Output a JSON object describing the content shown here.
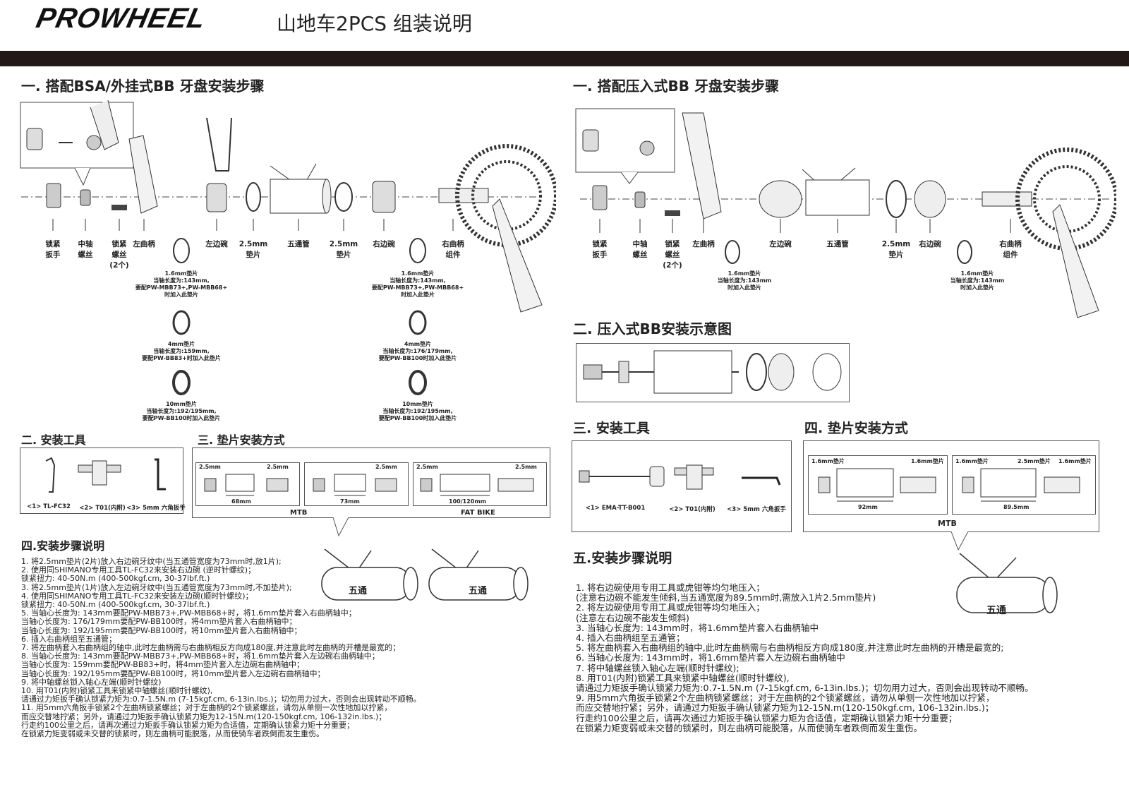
{
  "header": {
    "brand": "PROWHEEL",
    "title": "山地车2PCS 组装说明"
  },
  "left": {
    "section1_title": "一. 搭配BSA/外挂式BB 牙盘安装步骤",
    "parts": [
      {
        "label": "锁紧\n扳手"
      },
      {
        "label": "中轴\n螺丝"
      },
      {
        "label": "锁紧\n螺丝\n(2个)"
      },
      {
        "label": "左曲柄"
      },
      {
        "label": "左边碗"
      },
      {
        "label": "2.5mm\n垫片"
      },
      {
        "label": "五通管"
      },
      {
        "label": "2.5mm\n垫片"
      },
      {
        "label": "右边碗"
      },
      {
        "label": "右曲柄\n组件"
      }
    ],
    "spacer_notes_left": [
      "1.6mm垫片\n当轴长度为:143mm,\n要配PW-MBB73+,PW-MBB68+\n时加入此垫片",
      "4mm垫片\n当轴长度为:159mm,\n要配PW-BB83+时加入此垫片",
      "10mm垫片\n当轴长度为:192/195mm,\n要配PW-BB100时加入此垫片"
    ],
    "spacer_notes_right": [
      "1.6mm垫片\n当轴长度为:143mm,\n要配PW-MBB73+,PW-MBB68+\n时加入此垫片",
      "4mm垫片\n当轴长度为:176/179mm,\n要配PW-BB100时加入此垫片",
      "10mm垫片\n当轴长度为:192/195mm,\n要配PW-BB100时加入此垫片"
    ],
    "section2_title": "二. 安装工具",
    "tools": [
      "<1> TL-FC32",
      "<2> T01(内附)",
      "<3> 5mm 六角扳手"
    ],
    "section3_title": "三. 垫片安装方式",
    "spacer_panels": [
      {
        "left": "2.5mm",
        "right": "2.5mm",
        "width": "68mm"
      },
      {
        "left": "",
        "right": "2.5mm",
        "width": "73mm"
      },
      {
        "left": "2.5mm",
        "right": "2.5mm",
        "width": "100/120mm"
      }
    ],
    "mtb_label": "MTB",
    "fatbike_label": "FAT BIKE",
    "section4_title": "四.安装步骤说明",
    "bb_shell_label": "五通",
    "steps": [
      "1. 将2.5mm垫片(2片)放入右边碗牙纹中(当五通管宽度为73mm时,放1片);",
      "2. 使用同SHIMANO专用工具TL-FC32来安装右边碗 (逆时针螺纹)；",
      "    锁紧扭力: 40-50N.m (400-500kgf.cm, 30-37lbf.ft.)",
      "3. 将2.5mm垫片(1片)放入左边碗牙纹中(当五通管宽度为73mm时,不加垫片);",
      "4. 使用同SHIMANO专用工具TL-FC32来安装左边碗(顺时针螺纹)；",
      "    锁紧扭力: 40-50N.m (400-500kgf.cm, 30-37lbf.ft.)",
      "5. 当轴心长度为: 143mm要配PW-MBB73+,PW-MBB68+时，将1.6mm垫片套入右曲柄轴中；",
      "    当轴心长度为: 176/179mm要配PW-BB100时，将4mm垫片套入右曲柄轴中；",
      "    当轴心长度为: 192/195mm要配PW-BB100时，将10mm垫片套入右曲柄轴中；",
      "6. 插入右曲柄组至五通管；",
      "7. 将左曲柄套入右曲柄组的轴中,此时左曲柄需与右曲柄相反方向成180度,并注意此时左曲柄的开槽是最宽的；",
      "8. 当轴心长度为: 143mm要配PW-MBB73+,PW-MBB68+时，将1.6mm垫片套入左边碗右曲柄轴中；",
      "    当轴心长度为: 159mm要配PW-BB83+时，将4mm垫片套入左边碗右曲柄轴中；",
      "    当轴心长度为: 192/195mm要配PW-BB100时，将10mm垫片套入左边碗右曲柄轴中；",
      "9. 将中轴螺丝锁入轴心左端(顺时针螺纹)",
      "10. 用T01(内附)锁紧工具来锁紧中轴螺丝(顺时针螺纹),",
      "      请通过力矩扳手确认锁紧力矩为:0.7-1.5N.m (7-15kgf.cm, 6-13in.lbs.)；切勿用力过大，否则会出现转动不顺畅。",
      "11. 用5mm六角扳手锁紧2个左曲柄锁紧螺丝；对于左曲柄的2个锁紧螺丝，请勿从单侧一次性地加以拧紧，",
      "      而应交替地拧紧；另外，请通过力矩扳手确认锁紧力矩为12-15N.m(120-150kgf.cm, 106-132in.lbs.)；",
      "      行走约100公里之后，请再次通过力矩扳手确认锁紧力矩为合适值，定期确认锁紧力矩十分重要；",
      "      在锁紧力矩变弱或未交替的锁紧时，则左曲柄可能脱落，从而使骑车者跌倒而发生重伤。"
    ]
  },
  "right": {
    "section1_title": "一. 搭配压入式BB 牙盘安装步骤",
    "parts": [
      {
        "label": "锁紧\n扳手"
      },
      {
        "label": "中轴\n螺丝"
      },
      {
        "label": "锁紧\n螺丝\n(2个)"
      },
      {
        "label": "左曲柄"
      },
      {
        "label": "左边碗"
      },
      {
        "label": "五通管"
      },
      {
        "label": "2.5mm\n垫片"
      },
      {
        "label": "右边碗"
      },
      {
        "label": "右曲柄\n组件"
      }
    ],
    "spacer_note_left": "1.6mm垫片\n当轴长度为:143mm\n时加入此垫片",
    "spacer_note_right": "1.6mm垫片\n当轴长度为:143mm\n时加入此垫片",
    "section2_title": "二. 压入式BB安装示意图",
    "section3_title": "三. 安装工具",
    "tools": [
      "<1> EMA-TT-B001",
      "<2> T01(内附)",
      "<3> 5mm 六角扳手"
    ],
    "section4_title": "四. 垫片安装方式",
    "spacer_panels": [
      {
        "left": "1.6mm垫片",
        "right": "1.6mm垫片",
        "width": "92mm"
      },
      {
        "left": "1.6mm垫片",
        "mid": "2.5mm垫片",
        "right": "1.6mm垫片",
        "width": "89.5mm"
      }
    ],
    "mtb_label": "MTB",
    "section5_title": "五.安装步骤说明",
    "bb_shell_label": "五通",
    "steps": [
      "1. 将右边碗使用专用工具或虎钳等均匀地压入；",
      "    (注意右边碗不能发生倾斜,当五通宽度为89.5mm时,需放入1片2.5mm垫片)",
      "2. 将左边碗使用专用工具或虎钳等均匀地压入；",
      "    (注意左右边碗不能发生倾斜)",
      "3. 当轴心长度为: 143mm时，将1.6mm垫片套入右曲柄轴中",
      "4. 插入右曲柄组至五通管；",
      "5. 将左曲柄套入右曲柄组的轴中,此时左曲柄需与右曲柄相反方向成180度,并注意此时左曲柄的开槽是最宽的;",
      "6. 当轴心长度为: 143mm时，将1.6mm垫片套入左边碗右曲柄轴中",
      "7. 将中轴螺丝锁入轴心左端(顺时针螺纹);",
      "8. 用T01(内附)锁紧工具来锁紧中轴螺丝(顺时针螺纹),",
      "    请通过力矩扳手确认锁紧力矩为:0.7-1.5N.m (7-15kgf.cm, 6-13in.lbs.)；切勿用力过大，否则会出现转动不顺畅。",
      "9. 用5mm六角扳手锁紧2个左曲柄锁紧螺丝；对于左曲柄的2个锁紧螺丝，请勿从单侧一次性地加以拧紧，",
      "    而应交替地拧紧；另外，请通过力矩扳手确认锁紧力矩为12-15N.m(120-150kgf.cm, 106-132in.lbs.)；",
      "    行走约100公里之后，请再次通过力矩扳手确认锁紧力矩为合适值，定期确认锁紧力矩十分重要；",
      "    在锁紧力矩变弱或未交替的锁紧时，则左曲柄可能脱落，从而使骑车者跌倒而发生重伤。"
    ]
  }
}
